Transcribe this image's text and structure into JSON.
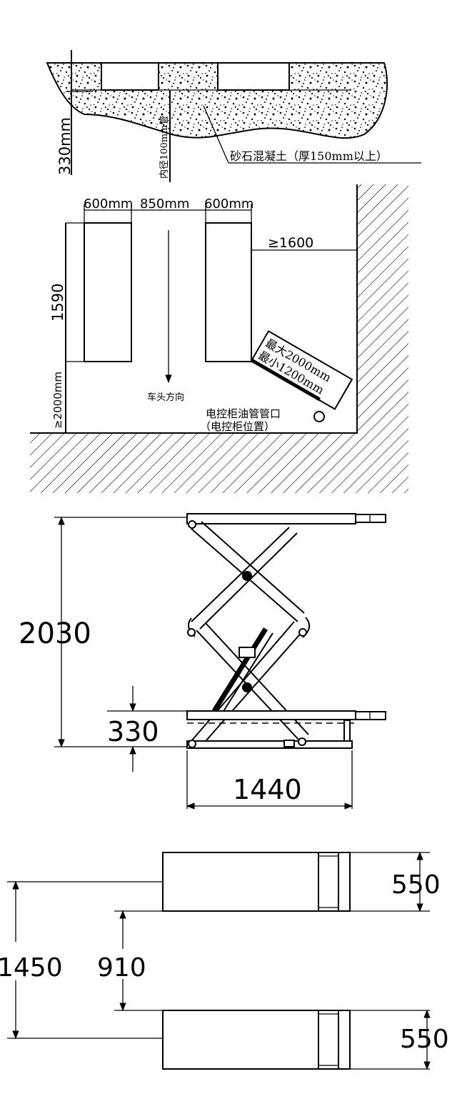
{
  "foundation": {
    "depth_label": "330mm",
    "pipe_label": "内径100mm管",
    "concrete_label": "砂石混凝土（厚150mm以上）"
  },
  "floor_plan": {
    "width_left": "600mm",
    "width_gap": "850mm",
    "width_right": "600mm",
    "wall_clearance": "≥1600",
    "length": "1590",
    "front_clearance": "≥2000mm",
    "direction": "车头方向",
    "hose_max": "最大2000mm",
    "hose_min": "最小1200mm",
    "cabinet_outlet": "电控柜油管管口",
    "cabinet_position": "（电控柜位置）"
  },
  "side_view": {
    "max_height": "2030",
    "min_height": "330",
    "base_length": "1440"
  },
  "top_view": {
    "platform_width_top": "550",
    "platform_width_bottom": "550",
    "inner_gap": "910",
    "outer_span": "1450"
  }
}
